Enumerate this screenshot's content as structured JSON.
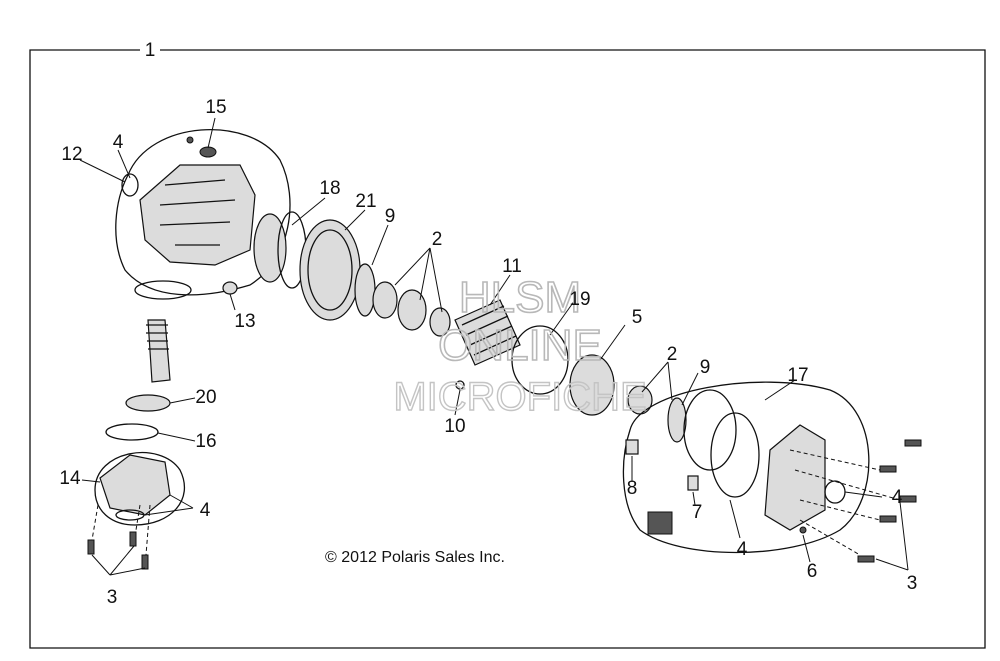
{
  "callouts": {
    "c1": "1",
    "c2a": "2",
    "c2b": "2",
    "c3a": "3",
    "c3b": "3",
    "c4a": "4",
    "c4b": "4",
    "c4c": "4",
    "c4d": "4",
    "c5": "5",
    "c6": "6",
    "c7": "7",
    "c8": "8",
    "c9a": "9",
    "c9b": "9",
    "c10": "10",
    "c11": "11",
    "c12": "12",
    "c13": "13",
    "c14": "14",
    "c15": "15",
    "c16": "16",
    "c17": "17",
    "c18": "18",
    "c19": "19",
    "c20": "20",
    "c21": "21"
  },
  "copyright": "© 2012 Polaris Sales Inc.",
  "watermark": {
    "line1": "HLSM",
    "line2": "ONLINE",
    "line3": "MICROFICHE"
  },
  "colors": {
    "line": "#111111",
    "shade": "#dcdcdc",
    "watermark": "#b8b8b8"
  }
}
